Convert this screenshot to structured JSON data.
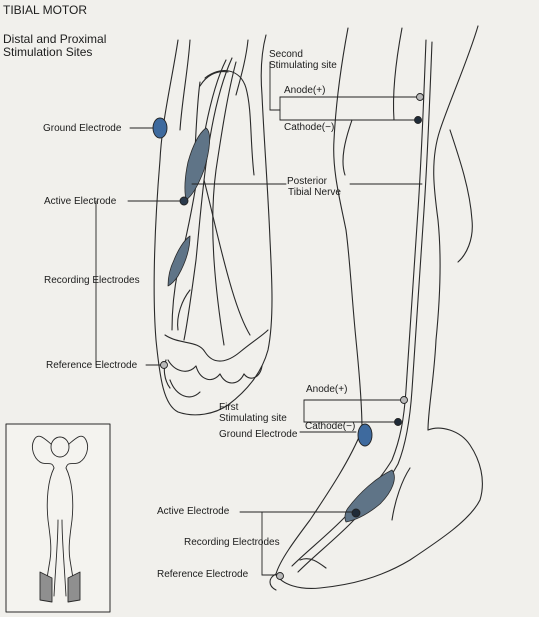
{
  "header": {
    "title": "TIBIAL MOTOR",
    "subtitle_line1": "Distal and Proximal",
    "subtitle_line2": "Stimulation Sites"
  },
  "left_diagram": {
    "ground_electrode": "Ground Electrode",
    "active_electrode": "Active Electrode",
    "recording_electrodes": "Recording Electrodes",
    "reference_electrode": "Reference Electrode"
  },
  "center_labels": {
    "second_stim_line1": "Second",
    "second_stim_line2": "Stimulating site",
    "anode_upper": "Anode(+)",
    "cathode_upper": "Cathode(−)",
    "posterior_tibial_line1": "Posterior",
    "posterior_tibial_line2": "Tibial Nerve",
    "anode_lower": "Anode(+)",
    "first_stim_line1": "First",
    "first_stim_line2": "Stimulating site",
    "cathode_lower": "Cathode(−)",
    "ground_electrode_lower": "Ground Electrode"
  },
  "right_diagram": {
    "active_electrode": "Active Electrode",
    "recording_electrodes": "Recording Electrodes",
    "reference_electrode": "Reference Electrode"
  },
  "colors": {
    "ground_electrode_fill": "#3e6a9e",
    "muscle_fill": "#5f7487",
    "line": "#2a2a2a",
    "background": "#f1f0ec"
  }
}
